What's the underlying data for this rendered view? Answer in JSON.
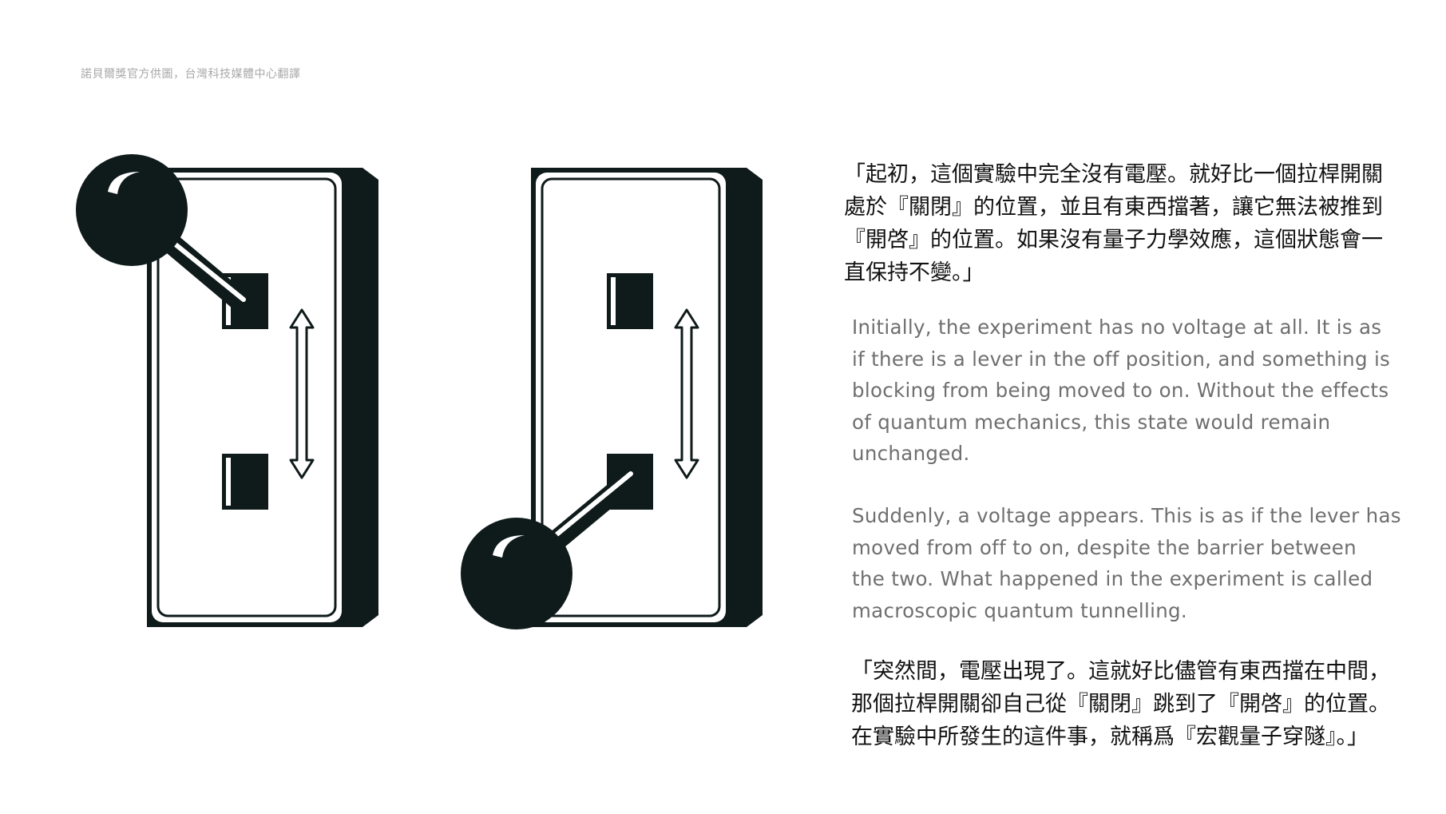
{
  "caption": "諾貝爾獎官方供圖，台灣科技媒體中心翻譯",
  "zh_intro": [
    "「起初，這個實驗中完全沒有電壓。就好比一個拉桿開關",
    "處於『關閉』的位置，並且有東西擋著，讓它無法被推到",
    "『開啓』的位置。如果沒有量子力學效應，這個狀態會一",
    "直保持不變。」"
  ],
  "en_intro": [
    "Initially, the experiment has no voltage at all. It is as",
    "if there is a lever in the off position, and something is",
    "blocking from being moved to on. Without the effects",
    "of quantum mechanics, this state would remain",
    "unchanged."
  ],
  "en_sudden": [
    "Suddenly, a voltage appears. This is as if the lever has",
    "moved from off to on, despite the barrier between",
    "the two. What happened in the experiment is called",
    "macroscopic quantum tunnelling."
  ],
  "zh_sudden": [
    "「突然間，電壓出現了。這就好比儘管有東西擋在中間，",
    "那個拉桿開關卻自己從『關閉』跳到了『開啓』的位置。",
    "在實驗中所發生的這件事，就稱爲『宏觀量子穿隧』。」"
  ],
  "colors": {
    "ink": "#0f1a1a",
    "caption": "#a8a8a8",
    "english": "#6f6f6f"
  }
}
